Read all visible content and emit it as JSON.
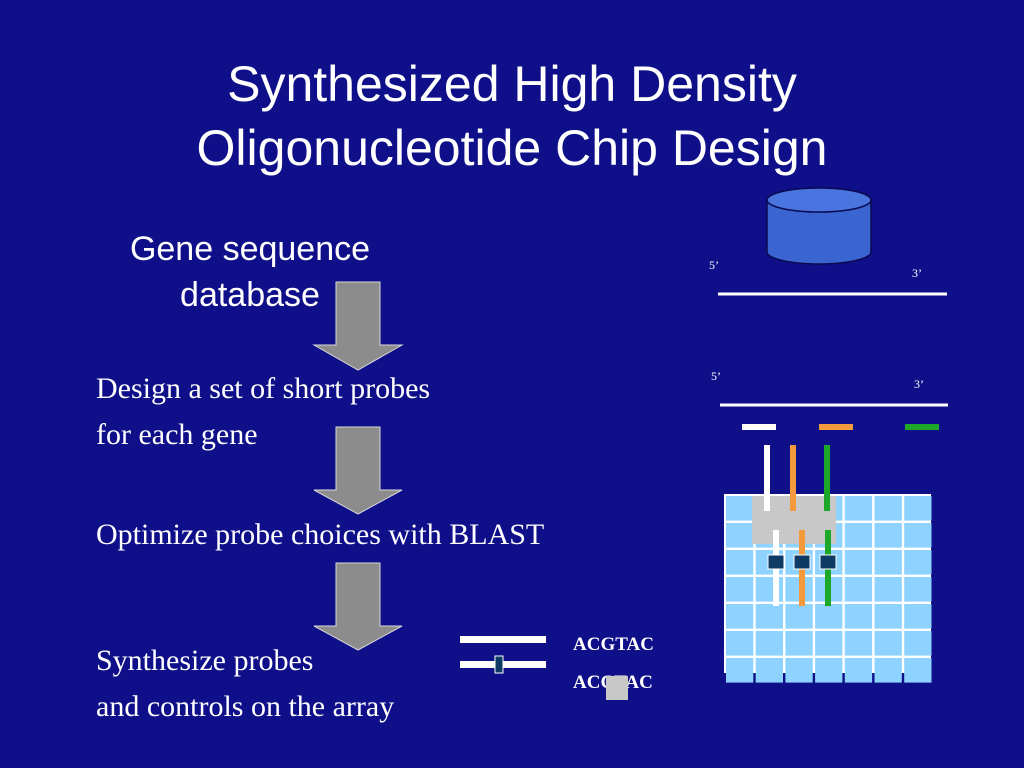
{
  "title": {
    "line1": "Synthesized High Density",
    "line2": "Oligonucleotide Chip Design"
  },
  "database": {
    "line1": "Gene sequence",
    "line2": "database"
  },
  "steps": [
    {
      "line1": "Design a set of  short probes",
      "line2": "for each gene"
    },
    {
      "line1": "Optimize probe choices with BLAST"
    },
    {
      "line1": "Synthesize probes",
      "line2": "and controls on the array"
    }
  ],
  "sequences": {
    "match": "ACGTAC",
    "mismatch": "ACCTAC"
  },
  "strand_labels": {
    "five_prime": "5’",
    "three_prime": "3’"
  },
  "colors": {
    "background": "#0f0f8a",
    "database_cylinder": "#3a64d0",
    "arrow_gray": "#8c8c8c",
    "grid_cell": "#8ed2ff",
    "probe_white": "#ffffff",
    "probe_orange": "#f59a3c",
    "probe_green": "#1ea82a",
    "probe_dark": "#0e3b66"
  }
}
